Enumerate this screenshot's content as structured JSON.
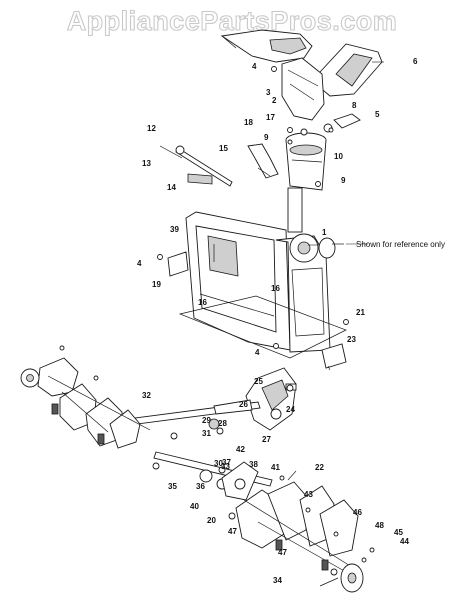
{
  "watermark": "AppliancePartsPros.com",
  "note": "Shown for reference only",
  "callouts": {
    "c1": "1",
    "c2": "2",
    "c3": "3",
    "c4a": "4",
    "c4b": "4",
    "c4c": "4",
    "c5": "5",
    "c6": "6",
    "c8": "8",
    "c9a": "9",
    "c9b": "9",
    "c10": "10",
    "c12": "12",
    "c13": "13",
    "c14": "14",
    "c15": "15",
    "c16a": "16",
    "c16b": "16",
    "c17": "17",
    "c18": "18",
    "c19": "19",
    "c20": "20",
    "c21": "21",
    "c22": "22",
    "c23": "23",
    "c24": "24",
    "c25": "25",
    "c26": "26",
    "c27": "27",
    "c28": "28",
    "c29": "29",
    "c30": "30",
    "c31": "31",
    "c32": "32",
    "c33": "33",
    "c34": "34",
    "c35": "35",
    "c36": "36",
    "c37": "37",
    "c38": "38",
    "c39": "39",
    "c40": "40",
    "c41": "41",
    "c42": "42",
    "c43": "43",
    "c44": "44",
    "c45": "45",
    "c46": "46",
    "c47a": "47",
    "c47b": "47",
    "c48": "48"
  }
}
